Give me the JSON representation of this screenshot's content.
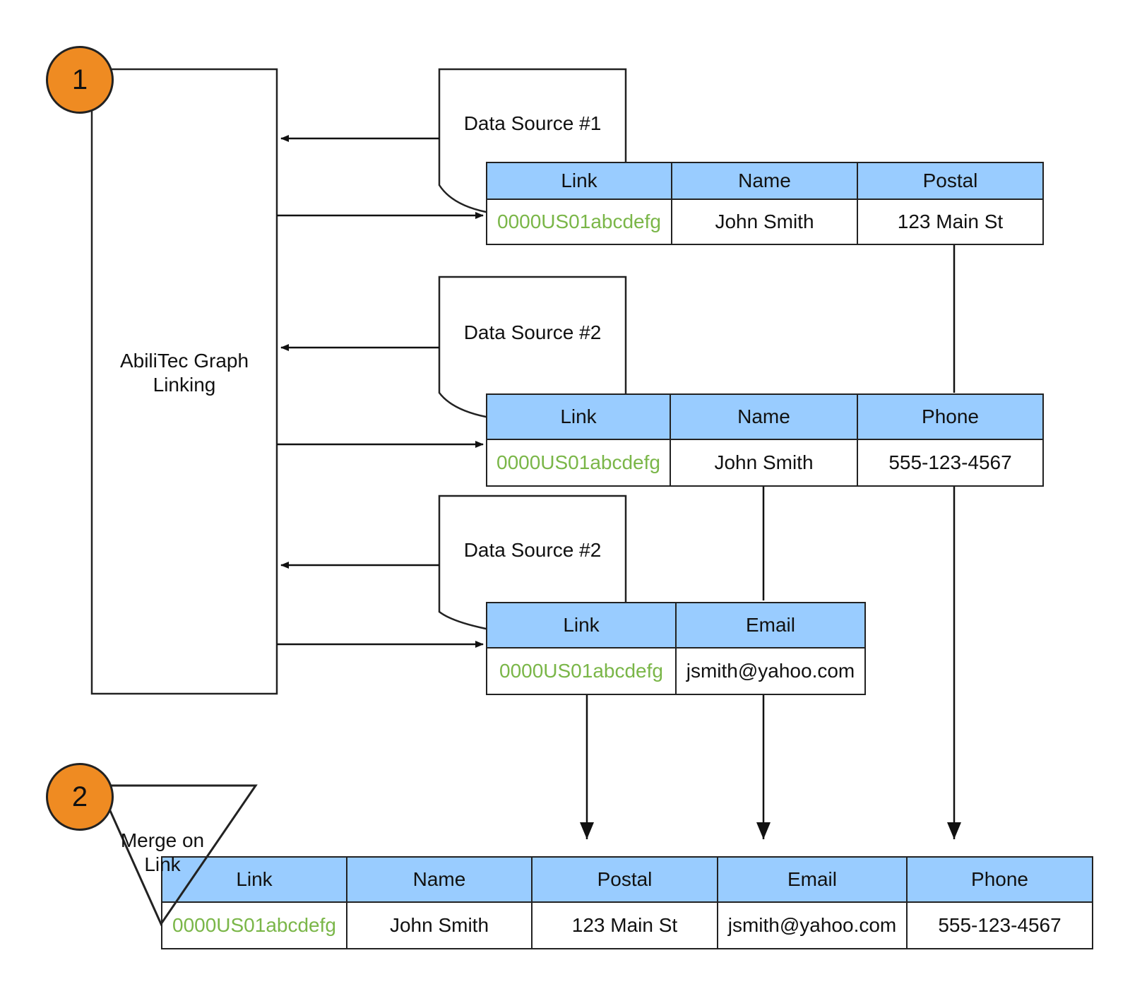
{
  "badges": {
    "step1": "1",
    "step2": "2"
  },
  "graph_box": {
    "label": "AbiliTec Graph Linking"
  },
  "merge": {
    "label": "Merge on Link"
  },
  "sources": [
    {
      "label": "Data Source #1"
    },
    {
      "label": "Data Source #2"
    },
    {
      "label": "Data Source #2"
    }
  ],
  "table1": {
    "headers": [
      "Link",
      "Name",
      "Postal"
    ],
    "row": [
      "0000US01abcdefg",
      "John Smith",
      "123 Main St"
    ]
  },
  "table2": {
    "headers": [
      "Link",
      "Name",
      "Phone"
    ],
    "row": [
      "0000US01abcdefg",
      "John Smith",
      "555-123-4567"
    ]
  },
  "table3": {
    "headers": [
      "Link",
      "Email"
    ],
    "row": [
      "0000US01abcdefg",
      "jsmith@yahoo.com"
    ]
  },
  "merged": {
    "headers": [
      "Link",
      "Name",
      "Postal",
      "Email",
      "Phone"
    ],
    "row": [
      "0000US01abcdefg",
      "John Smith",
      "123 Main St",
      "jsmith@yahoo.com",
      "555-123-4567"
    ]
  },
  "colors": {
    "header_fill": "#99ccff",
    "link_text": "#7ab648",
    "badge_fill": "#ef8b22",
    "stroke": "#222222"
  }
}
